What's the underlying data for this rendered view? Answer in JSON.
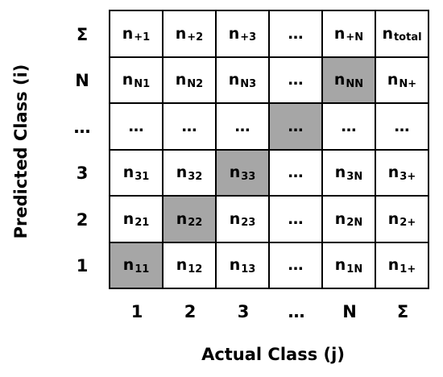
{
  "y_axis_title": "Predicted Class (i)",
  "x_axis_title": "Actual Class (j)",
  "row_labels": [
    "Σ",
    "N",
    "…",
    "3",
    "2",
    "1"
  ],
  "col_labels": [
    "1",
    "2",
    "3",
    "…",
    "N",
    "Σ"
  ],
  "cells": [
    [
      {
        "base": "n",
        "sub": "+1"
      },
      {
        "base": "n",
        "sub": "+2"
      },
      {
        "base": "n",
        "sub": "+3"
      },
      {
        "base": "…",
        "sub": ""
      },
      {
        "base": "n",
        "sub": "+N"
      },
      {
        "base": "n",
        "sub": "total"
      }
    ],
    [
      {
        "base": "n",
        "sub": "N1"
      },
      {
        "base": "n",
        "sub": "N2"
      },
      {
        "base": "n",
        "sub": "N3"
      },
      {
        "base": "…",
        "sub": ""
      },
      {
        "base": "n",
        "sub": "NN",
        "highlight": true
      },
      {
        "base": "n",
        "sub": "N+"
      }
    ],
    [
      {
        "base": "…",
        "sub": ""
      },
      {
        "base": "…",
        "sub": ""
      },
      {
        "base": "…",
        "sub": ""
      },
      {
        "base": "…",
        "sub": "",
        "highlight": true
      },
      {
        "base": "…",
        "sub": ""
      },
      {
        "base": "…",
        "sub": ""
      }
    ],
    [
      {
        "base": "n",
        "sub": "31"
      },
      {
        "base": "n",
        "sub": "32"
      },
      {
        "base": "n",
        "sub": "33",
        "highlight": true
      },
      {
        "base": "…",
        "sub": ""
      },
      {
        "base": "n",
        "sub": "3N"
      },
      {
        "base": "n",
        "sub": "3+"
      }
    ],
    [
      {
        "base": "n",
        "sub": "21"
      },
      {
        "base": "n",
        "sub": "22",
        "highlight": true
      },
      {
        "base": "n",
        "sub": "23"
      },
      {
        "base": "…",
        "sub": ""
      },
      {
        "base": "n",
        "sub": "2N"
      },
      {
        "base": "n",
        "sub": "2+"
      }
    ],
    [
      {
        "base": "n",
        "sub": "11",
        "highlight": true
      },
      {
        "base": "n",
        "sub": "12"
      },
      {
        "base": "n",
        "sub": "13"
      },
      {
        "base": "…",
        "sub": ""
      },
      {
        "base": "n",
        "sub": "1N"
      },
      {
        "base": "n",
        "sub": "1+"
      }
    ]
  ],
  "colors": {
    "highlight": "#a6a6a6",
    "grid": "#000000"
  }
}
